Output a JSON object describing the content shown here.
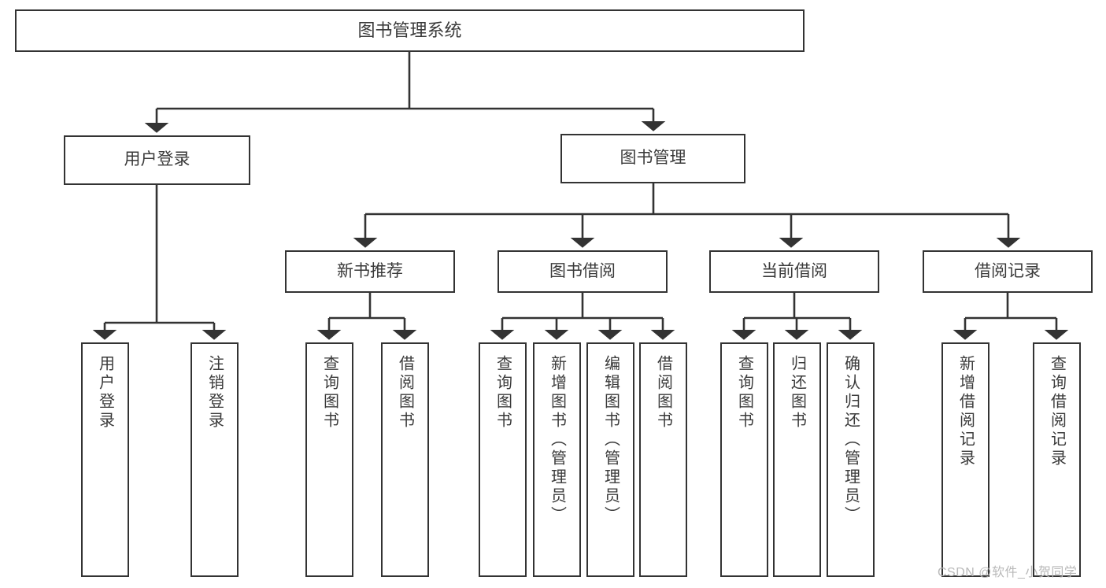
{
  "diagram": {
    "title": "图书管理系统",
    "type": "hierarchy-tree",
    "colors": {
      "box_border": "#333333",
      "box_fill": "#ffffff",
      "text": "#3a3a3a",
      "connector": "#333333",
      "watermark": "#b9b9b9",
      "background": "#ffffff"
    },
    "root": {
      "label": "图书管理系统"
    },
    "level2": [
      {
        "label": "用户登录"
      },
      {
        "label": "图书管理"
      }
    ],
    "level3": [
      {
        "label": "新书推荐"
      },
      {
        "label": "图书借阅"
      },
      {
        "label": "当前借阅"
      },
      {
        "label": "借阅记录"
      }
    ],
    "leaves": {
      "user_login": [
        {
          "label": "用户登录"
        },
        {
          "label": "注销登录"
        }
      ],
      "new_book_recommend": [
        {
          "label": "查询图书"
        },
        {
          "label": "借阅图书"
        }
      ],
      "book_borrow": [
        {
          "label": "查询图书"
        },
        {
          "label": "新增图书（管理员）"
        },
        {
          "label": "编辑图书（管理员）"
        },
        {
          "label": "借阅图书"
        }
      ],
      "current_borrow": [
        {
          "label": "查询图书"
        },
        {
          "label": "归还图书"
        },
        {
          "label": "确认归还（管理员）"
        }
      ],
      "borrow_record": [
        {
          "label": "新增借阅记录"
        },
        {
          "label": "查询借阅记录"
        }
      ]
    }
  },
  "watermark": {
    "text": "CSDN @软件_小贺同学"
  }
}
